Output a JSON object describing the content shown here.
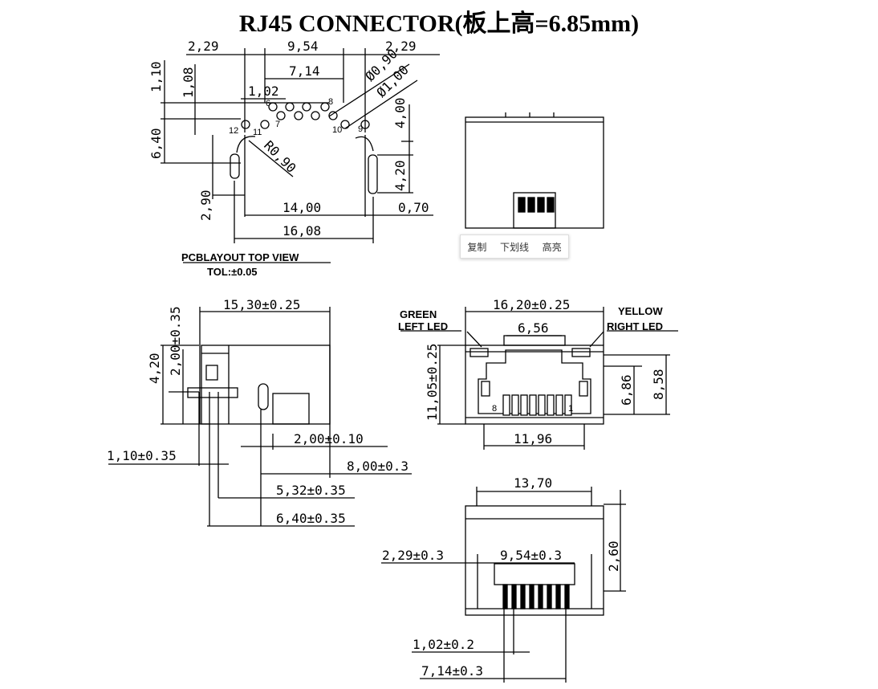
{
  "title": "RJ45 CONNECTOR(板上高=6.85mm)",
  "pcb_view": {
    "dims": {
      "left_margin": "2,29",
      "center": "9,54",
      "right_margin": "2,29",
      "pitch_wide": "7,14",
      "pitch_small": "1,02",
      "hole_small": "Ø0,90",
      "hole_large": "Ø1,00",
      "h1": "1,10",
      "h2": "1,08",
      "h3": "6,40",
      "h4": "4,00",
      "h5": "4,20",
      "h6": "2,90",
      "radius": "R0,90",
      "inner_w": "14,00",
      "side": "0,70",
      "outer_w": "16,08"
    },
    "pin_labels": {
      "p6": "6",
      "p7": "7",
      "p8": "8",
      "p12": "12",
      "p11": "11",
      "p10": "10",
      "p9": "9"
    },
    "caption": "PCBLAYOUT TOP VIEW",
    "tolerance": "TOL:±0.05"
  },
  "side_view": {
    "dims": {
      "width": "15,30±0.25",
      "h_total": "4,20",
      "h_step": "2,00±0.35",
      "pin_offset": "1,10±0.35",
      "d2": "2,00±0.10",
      "d8": "8,00±0.3",
      "d532": "5,32±0.35",
      "d640": "6,40±0.35"
    }
  },
  "front_view": {
    "labels": {
      "green": "GREEN",
      "green_sub": "LEFT LED",
      "yellow": "YELLOW",
      "yellow_sub": "RIGHT LED"
    },
    "dims": {
      "width": "16,20±0.25",
      "opening": "6,56",
      "height": "11,05±0.25",
      "h686": "6,86",
      "h858": "8,58",
      "bottom": "11,96"
    },
    "pin_marks": {
      "left": "8",
      "right": "1"
    }
  },
  "bottom_view": {
    "dims": {
      "width": "13,70",
      "h260": "2,60",
      "left": "2,29±0.3",
      "center": "9,54±0.3",
      "pitch": "1,02±0.2",
      "span": "7,14±0.3"
    }
  },
  "context_menu": {
    "copy": "复制",
    "underline": "下划线",
    "highlight": "高亮"
  }
}
